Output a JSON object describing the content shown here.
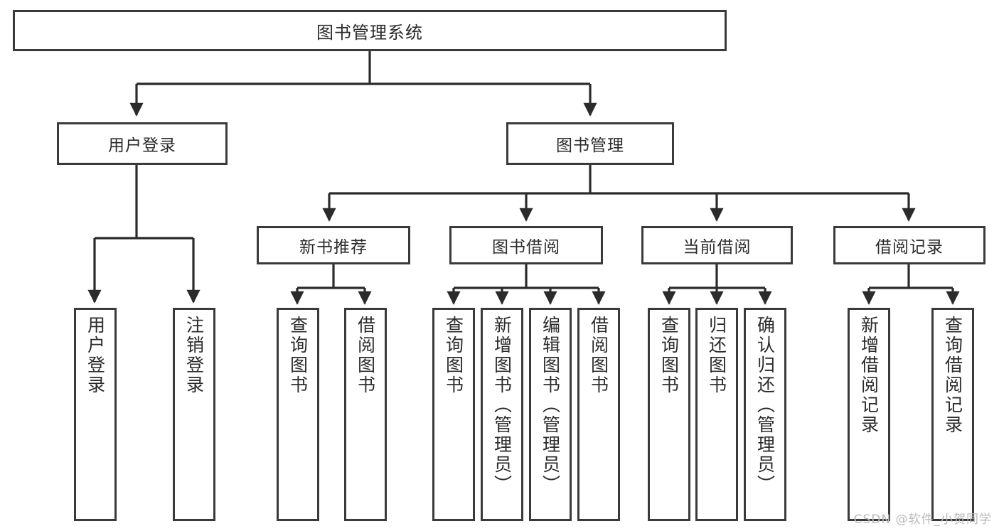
{
  "diagram": {
    "type": "tree-hierarchy",
    "title": "图书管理系统",
    "colors": {
      "border": "#3a3a3a",
      "fill": "#ffffff",
      "text": "#2b2b2b",
      "line": "#2b2b2b",
      "watermark": "#b9b9b9"
    },
    "root": {
      "label": "图书管理系统"
    },
    "level2": [
      {
        "label": "用户登录"
      },
      {
        "label": "图书管理"
      }
    ],
    "level3": [
      {
        "label": "新书推荐"
      },
      {
        "label": "图书借阅"
      },
      {
        "label": "当前借阅"
      },
      {
        "label": "借阅记录"
      }
    ],
    "leaves": {
      "user_login": [
        {
          "label": "用户登录"
        },
        {
          "label": "注销登录"
        }
      ],
      "new_book_recommend": [
        {
          "label": "查询图书"
        },
        {
          "label": "借阅图书"
        }
      ],
      "book_borrow": [
        {
          "label": "查询图书"
        },
        {
          "label": "新增图书（管理员）"
        },
        {
          "label": "编辑图书（管理员）"
        },
        {
          "label": "借阅图书"
        }
      ],
      "current_borrow": [
        {
          "label": "查询图书"
        },
        {
          "label": "归还图书"
        },
        {
          "label": "确认归还（管理员）"
        }
      ],
      "borrow_record": [
        {
          "label": "新增借阅记录"
        },
        {
          "label": "查询借阅记录"
        }
      ]
    }
  },
  "watermark": {
    "text": "CSDN @软件_小贺同学"
  }
}
